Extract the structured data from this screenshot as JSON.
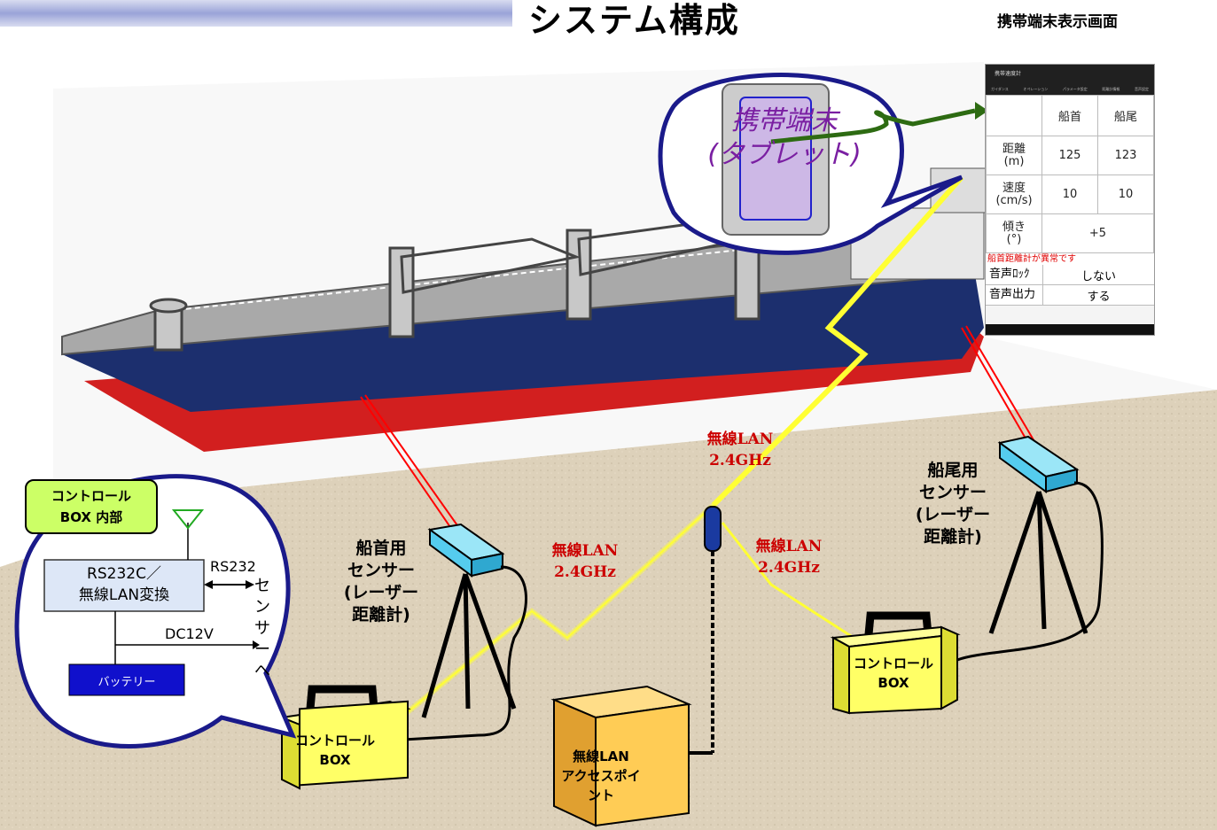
{
  "title": "システム構成",
  "subtitle": "携帯端末表示画面",
  "tablet_bubble": {
    "line1": "携帯端末",
    "line2": "(タブレット)"
  },
  "tablet_screen": {
    "app_title": "携帯速度計",
    "tabs": [
      "ガイダンス",
      "オペレーション",
      "パラメータ設定",
      "距離計情報",
      "音声設定"
    ],
    "columns": [
      "船首",
      "船尾"
    ],
    "rows": [
      {
        "label": "距離\n(m)",
        "values": [
          "125",
          "123"
        ]
      },
      {
        "label": "速度\n(cm/s)",
        "values": [
          "10",
          "10"
        ]
      },
      {
        "label": "傾き\n(°)",
        "values": [
          "+5"
        ]
      }
    ],
    "warning": "船首距離計が異常です",
    "settings": [
      {
        "label": "音声ﾛｯｸ",
        "value": "しない"
      },
      {
        "label": "音声出力",
        "value": "する"
      }
    ]
  },
  "inset": {
    "badge": "コントロール\nBOX  内部",
    "converter": "RS232C／\n無線LAN変換",
    "rs232": "RS232",
    "dc12v": "DC12V",
    "sensor_dir": "センサーへ",
    "battery": "バッテリー"
  },
  "bow_sensor": "船首用\nセンサー\n(レーザー\n距離計)",
  "stern_sensor": "船尾用\nセンサー\n(レーザー\n距離計)",
  "wlan_top": "無線LAN\n2.4GHz",
  "wlan_left": "無線LAN\n2.4GHz",
  "wlan_right": "無線LAN\n2.4GHz",
  "ctrl_box_left": "コントロール\nBOX",
  "ctrl_box_right": "コントロール\nBOX",
  "access_point": "無線LAN\nアクセスポイント",
  "colors": {
    "ship_hull_blue": "#1c2f6e",
    "ship_hull_red": "#d21f1f",
    "deck": "#a8a8a8",
    "wave": "#ffff33",
    "laser": "#ff0000",
    "box_yellow": "#ffff66",
    "sensor_cyan": "#55ccee",
    "inset_border": "#1a1a8a",
    "battery_blue": "#1010cc",
    "ap_orange": "#ffcc55",
    "ground": "#dccfb8"
  }
}
